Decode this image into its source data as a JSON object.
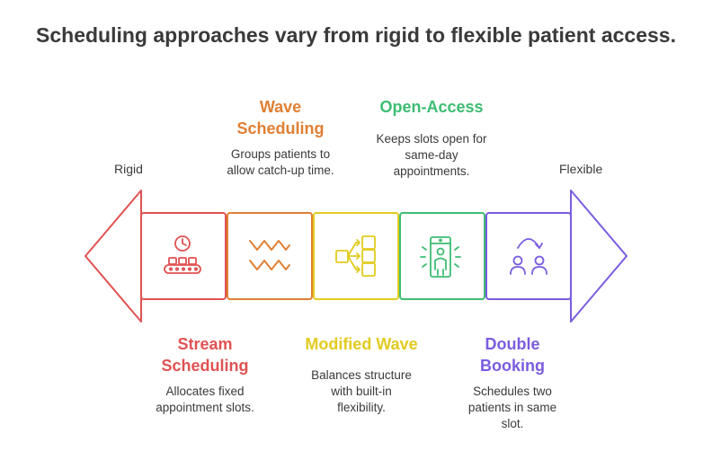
{
  "title": "Scheduling approaches vary from rigid to flexible patient access.",
  "scale": {
    "left": "Rigid",
    "right": "Flexible"
  },
  "colors": {
    "stream": "#e05252",
    "wave": "#e07f33",
    "modified": "#e2cb1f",
    "open": "#3dbd72",
    "double": "#7a5ce0",
    "text": "#3a3a3a"
  },
  "stages": [
    {
      "heading": "Stream Scheduling",
      "line1": "Stream",
      "line2": "Scheduling",
      "desc1": "Allocates fixed",
      "desc2": "appointment slots.",
      "icon": "conveyor-clock-icon"
    },
    {
      "heading": "Wave Scheduling",
      "line1": "Wave",
      "line2": "Scheduling",
      "desc1": "Groups patients to",
      "desc2": "allow catch-up time.",
      "icon": "wave-icon"
    },
    {
      "heading": "Modified Wave",
      "line1": "Modified Wave",
      "desc1": "Balances structure",
      "desc2": "with built-in",
      "desc3": "flexibility.",
      "icon": "branching-grid-icon"
    },
    {
      "heading": "Open-Access",
      "line1": "Open-Access",
      "desc1": "Keeps slots open for",
      "desc2": "same-day",
      "desc3": "appointments.",
      "icon": "open-door-person-icon"
    },
    {
      "heading": "Double Booking",
      "line1": "Double",
      "line2": "Booking",
      "desc1": "Schedules two",
      "desc2": "patients in same",
      "desc3": "slot.",
      "icon": "two-people-swap-icon"
    }
  ]
}
